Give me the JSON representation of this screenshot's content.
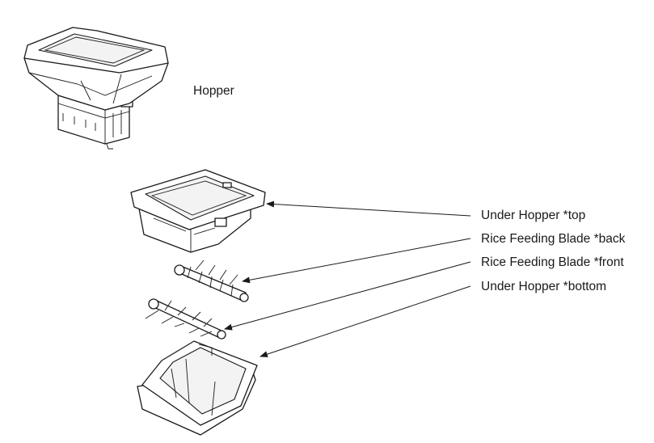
{
  "labels": {
    "hopper": "Hopper",
    "under_hopper_top": "Under Hopper *top",
    "rice_blade_back": "Rice Feeding Blade *back",
    "rice_blade_front": "Rice Feeding Blade *front",
    "under_hopper_bottom": "Under Hopper *bottom"
  },
  "colors": {
    "line": "#1a1a1a",
    "background": "#ffffff"
  }
}
